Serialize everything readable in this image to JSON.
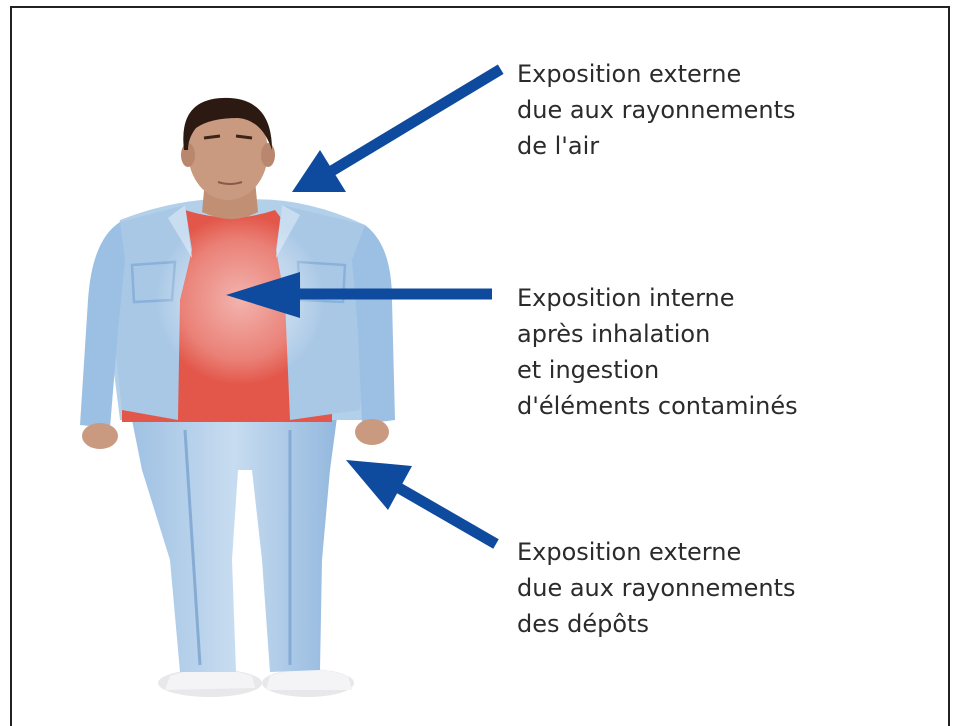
{
  "diagram": {
    "labels": [
      {
        "id": "air",
        "lines": [
          "Exposition externe",
          "due aux rayonnements",
          "de l'air"
        ]
      },
      {
        "id": "internal",
        "lines": [
          "Exposition interne",
          "après inhalation",
          "et ingestion",
          "d'éléments contaminés"
        ]
      },
      {
        "id": "deposits",
        "lines": [
          "Exposition externe",
          "due aux rayonnements",
          "des dépôts"
        ]
      }
    ],
    "colors": {
      "arrow": "#0e4a9e",
      "shirt": "#e3574a",
      "jacket": "#a9c8e6",
      "jeans": "#a8c9e8",
      "hair": "#2c1a12",
      "skin": "#c99a80",
      "text": "#2b2b2b"
    }
  }
}
